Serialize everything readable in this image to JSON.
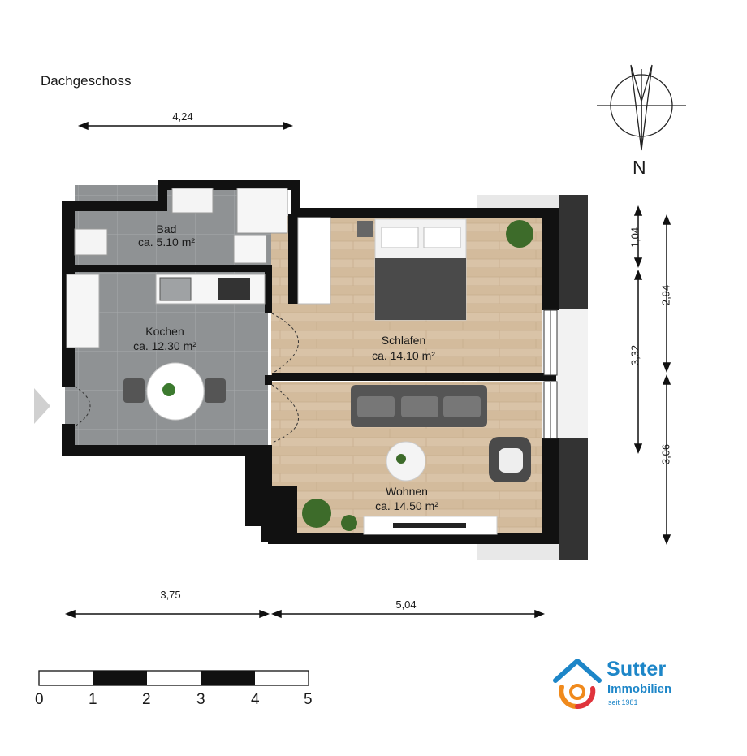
{
  "floor_title": "Dachgeschoss",
  "compass_label": "N",
  "dimensions": {
    "top_width": "4,24",
    "bottom_left": "3,75",
    "bottom_right": "5,04",
    "right_1": "1,04",
    "right_2": "2,94",
    "right_3": "3,32",
    "right_4": "3,06"
  },
  "rooms": [
    {
      "name": "Bad",
      "area": "ca. 5.10 m²"
    },
    {
      "name": "Kochen",
      "area": "ca. 12.30 m²"
    },
    {
      "name": "Schlafen",
      "area": "ca. 14.10 m²"
    },
    {
      "name": "Wohnen",
      "area": "ca. 14.50 m²"
    }
  ],
  "scale_bar": {
    "labels": [
      "0",
      "1",
      "2",
      "3",
      "4",
      "5"
    ]
  },
  "logo": {
    "name": "Sutter",
    "sub": "Immobilien",
    "since": "seit 1981"
  },
  "colors": {
    "wall": "#111111",
    "tile": "#8f9294",
    "wood": "#d9c3a7",
    "logo_blue": "#1d86c8",
    "logo_orange": "#f08a1c",
    "logo_red": "#e0343c"
  }
}
